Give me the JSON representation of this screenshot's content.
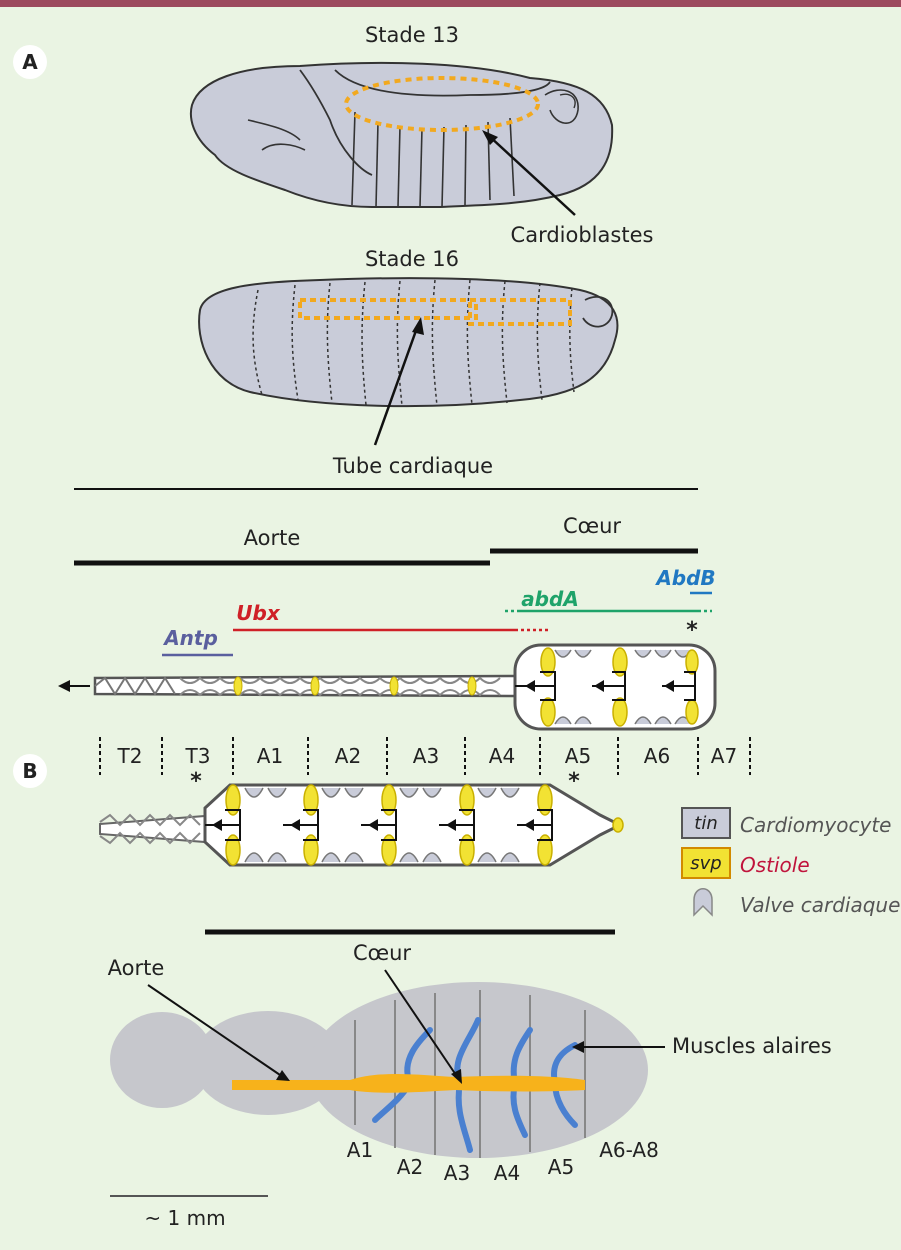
{
  "panel_a": {
    "label": "A",
    "stage13": "Stade 13",
    "stage16": "Stade 16",
    "cardioblasts": "Cardioblastes",
    "heart_tube": "Tube cardiaque"
  },
  "panel_b": {
    "label": "B",
    "aorta": "Aorte",
    "heart": "Cœur",
    "genes": {
      "antp": "Antp",
      "ubx": "Ubx",
      "abda": "abdA",
      "abdb": "AbdB"
    },
    "segments": [
      "T2",
      "T3",
      "A1",
      "A2",
      "A3",
      "A4",
      "A5",
      "A6",
      "A7"
    ],
    "asterisk": "*"
  },
  "legend": {
    "tin": "tin",
    "svp": "svp",
    "cardiomyocyte": "Cardiomyocyte",
    "ostiole": "Ostiole",
    "valve": "Valve cardiaque"
  },
  "adult": {
    "aorta": "Aorte",
    "heart": "Cœur",
    "wing_muscles": "Muscles alaires",
    "segments": [
      "A1",
      "A2",
      "A3",
      "A4",
      "A5",
      "A6-A8"
    ],
    "scale": "~ 1 mm"
  },
  "colors": {
    "embryo_fill": "#c9ccd9",
    "dots": "#f2a91f",
    "antp": "#5a5f9e",
    "ubx": "#cf2027",
    "abda": "#1fa36a",
    "abdb": "#2078c2",
    "ostiole_text": "#c0143c",
    "aorta_adult": "#f7b21b",
    "muscles": "#4a80d0",
    "svp_yellow": "#f2e233"
  }
}
